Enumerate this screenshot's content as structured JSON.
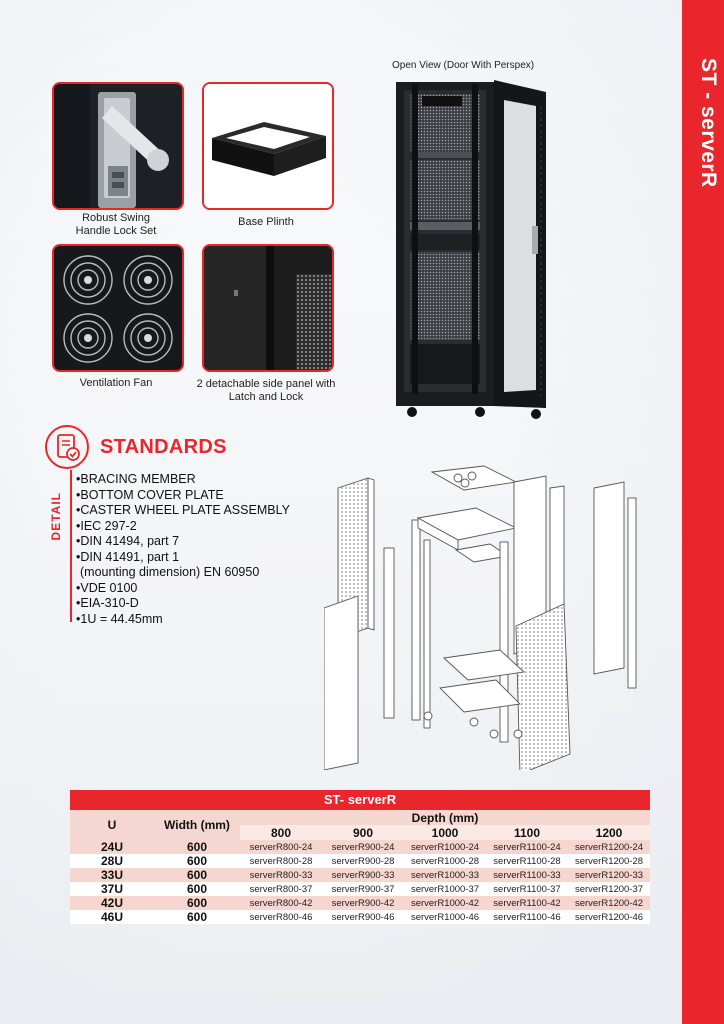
{
  "brand_title": "ST - serverR",
  "photos": {
    "handle_caption": "Robust Swing\nHandle Lock Set",
    "plinth_caption": "Base Plinth",
    "fan_caption": "Ventilation Fan",
    "side_panel_caption": "2 detachable side panel with\nLatch and Lock",
    "open_view_caption": "Open  View (Door With Perspex)"
  },
  "standards": {
    "title": "STANDARDS",
    "detail_label": "DETAIL",
    "items": [
      "•BRACING MEMBER",
      "•BOTTOM COVER PLATE",
      "•CASTER WHEEL PLATE ASSEMBLY",
      "•IEC 297-2",
      "•DIN 41494, part 7",
      "•DIN 41491, part 1",
      "(mounting dimension) EN 60950",
      "•VDE 0100",
      "•EIA-310-D",
      "•1U = 44.45mm"
    ]
  },
  "table": {
    "title": "ST- serverR",
    "col_u": "U",
    "col_width": "Width (mm)",
    "col_depth": "Depth (mm)",
    "depths": [
      "800",
      "900",
      "1000",
      "1100",
      "1200"
    ],
    "rows": [
      {
        "u": "24U",
        "w": "600",
        "models": [
          "serverR800-24",
          "serverR900-24",
          "serverR1000-24",
          "serverR1100-24",
          "serverR1200-24"
        ]
      },
      {
        "u": "28U",
        "w": "600",
        "models": [
          "serverR800-28",
          "serverR900-28",
          "serverR1000-28",
          "serverR1100-28",
          "serverR1200-28"
        ]
      },
      {
        "u": "33U",
        "w": "600",
        "models": [
          "serverR800-33",
          "serverR900-33",
          "serverR1000-33",
          "serverR1100-33",
          "serverR1200-33"
        ]
      },
      {
        "u": "37U",
        "w": "600",
        "models": [
          "serverR800-37",
          "serverR900-37",
          "serverR1000-37",
          "serverR1100-37",
          "serverR1200-37"
        ]
      },
      {
        "u": "42U",
        "w": "600",
        "models": [
          "serverR800-42",
          "serverR900-42",
          "serverR1000-42",
          "serverR1100-42",
          "serverR1200-42"
        ]
      },
      {
        "u": "46U",
        "w": "600",
        "models": [
          "serverR800-46",
          "serverR900-46",
          "serverR1000-46",
          "serverR1100-46",
          "serverR1200-46"
        ]
      }
    ]
  },
  "colors": {
    "accent": "#e8262b",
    "row_tint": "#f7d6cf"
  }
}
